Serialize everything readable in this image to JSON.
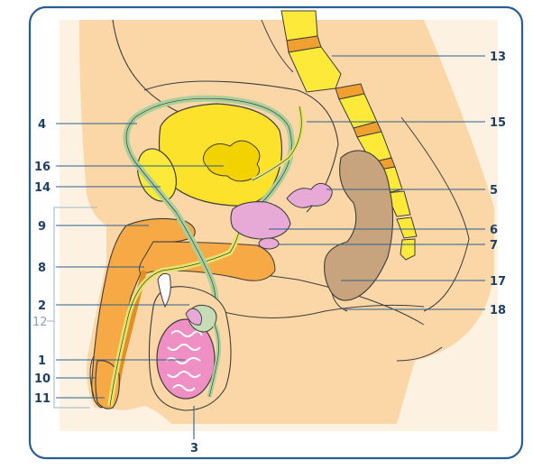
{
  "labels": {
    "l1": "1",
    "l2": "2",
    "l3": "3",
    "l4": "4",
    "l5": "5",
    "l6": "6",
    "l7": "7",
    "l8": "8",
    "l9": "9",
    "l10": "10",
    "l11": "11",
    "l12": "12",
    "l13": "13",
    "l14": "14",
    "l15": "15",
    "l16": "16",
    "l17": "17",
    "l18": "18"
  },
  "colors": {
    "frame": "#2b5d92",
    "skin": "#fbd6a6",
    "skin_dark": "#f7c58a",
    "bladder": "#fde22c",
    "urine": "#f2d200",
    "pubic_bone": "#fde93a",
    "spine": "#fde93a",
    "disc": "#f0a030",
    "penis": "#f6a945",
    "duct": "#a9cf9b",
    "urethra": "#e4e46a",
    "prostate": "#e7a9d6",
    "testis": "#ef8fc3",
    "rectum": "#c7a47e",
    "text": "#1f3f63"
  }
}
